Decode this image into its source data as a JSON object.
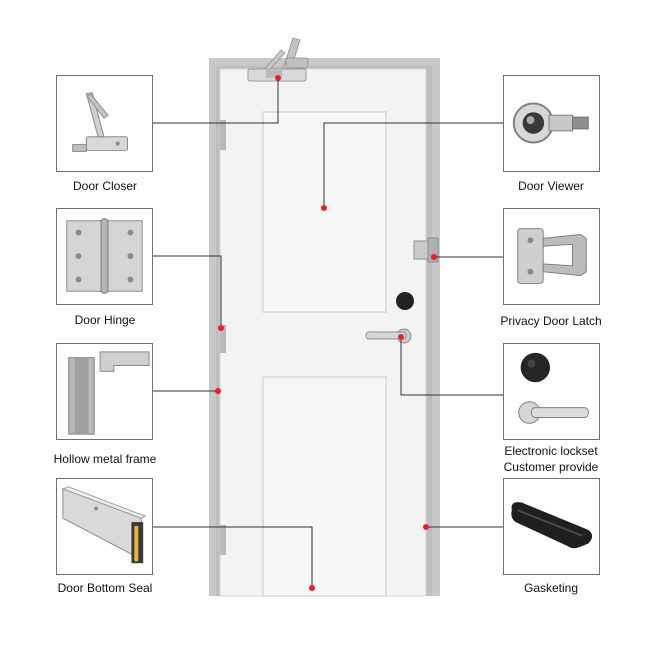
{
  "colors": {
    "marker": "#e8202a",
    "leader": "#333333",
    "frame": "#c8c8c8",
    "door": "#f3f3f3"
  },
  "components": {
    "door_closer": {
      "label": "Door Closer",
      "icon": "door-closer-icon"
    },
    "door_hinge": {
      "label": "Door Hinge",
      "icon": "door-hinge-icon"
    },
    "hollow_frame": {
      "label": "Hollow metal frame",
      "icon": "metal-frame-icon"
    },
    "bottom_seal": {
      "label": "Door Bottom Seal",
      "icon": "bottom-seal-icon"
    },
    "door_viewer": {
      "label": "Door Viewer",
      "icon": "door-viewer-icon"
    },
    "privacy_latch": {
      "label": "Privacy Door Latch",
      "icon": "privacy-latch-icon"
    },
    "lockset": {
      "label_line1": "Electronic lockset",
      "label_line2": "Customer provide",
      "icon": "lockset-icon"
    },
    "gasketing": {
      "label": "Gasketing",
      "icon": "gasket-icon"
    }
  }
}
